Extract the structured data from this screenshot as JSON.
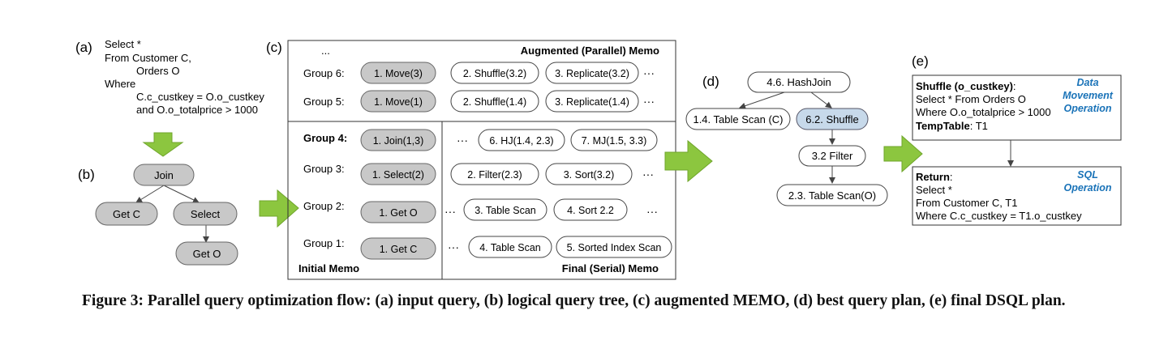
{
  "panel_a": {
    "label": "(a)",
    "query_lines": [
      "Select *",
      "From Customer C,",
      "Orders O",
      "Where",
      "C.c_custkey = O.o_custkey",
      "and O.o_totalprice > 1000"
    ]
  },
  "panel_b": {
    "label": "(b)",
    "nodes": {
      "join": "Join",
      "get_c": "Get C",
      "select": "Select",
      "get_o": "Get O"
    }
  },
  "panel_c": {
    "label": "(c)",
    "ellipsis": "...",
    "augmented_title": "Augmented (Parallel) Memo",
    "initial_title": "Initial Memo",
    "final_title": "Final (Serial) Memo",
    "dots": "···",
    "groups": {
      "g6": {
        "label": "Group 6:",
        "initial": "1. Move(3)",
        "exprs": [
          "2. Shuffle(3.2)",
          "3. Replicate(3.2)"
        ]
      },
      "g5": {
        "label": "Group 5:",
        "initial": "1. Move(1)",
        "exprs": [
          "2. Shuffle(1.4)",
          "3. Replicate(1.4)"
        ]
      },
      "g4": {
        "label": "Group 4:",
        "initial": "1. Join(1,3)",
        "exprs": [
          "6. HJ(1.4, 2.3)",
          "7. MJ(1.5, 3.3)"
        ]
      },
      "g3": {
        "label": "Group 3:",
        "initial": "1. Select(2)",
        "exprs": [
          "2. Filter(2.3)",
          "3. Sort(3.2)"
        ]
      },
      "g2": {
        "label": "Group 2:",
        "initial": "1. Get O",
        "exprs": [
          "3. Table Scan",
          "4. Sort 2.2"
        ]
      },
      "g1": {
        "label": "Group 1:",
        "initial": "1. Get C",
        "exprs": [
          "4. Table Scan",
          "5. Sorted Index Scan"
        ]
      }
    }
  },
  "panel_d": {
    "label": "(d)",
    "nodes": {
      "hashjoin": "4.6. HashJoin",
      "scan_c": "1.4. Table Scan (C)",
      "shuffle": "6.2. Shuffle",
      "filter": "3.2 Filter",
      "scan_o": "2.3. Table Scan(O)"
    }
  },
  "panel_e": {
    "label": "(e)",
    "top_box": {
      "shuffle_bold": "Shuffle (o_custkey)",
      "shuffle_rest": ":",
      "line2": "Select * From Orders O",
      "line3": "Where O.o_totalprice > 1000",
      "temp_bold": "TempTable",
      "temp_rest": ": T1",
      "tag_lines": [
        "Data",
        "Movement",
        "Operation"
      ]
    },
    "bottom_box": {
      "return_bold": "Return",
      "return_rest": ":",
      "line2": "Select *",
      "line3": "From Customer C, T1",
      "line4": "Where C.c_custkey = T1.o_custkey",
      "tag_lines": [
        "SQL",
        "Operation"
      ]
    }
  },
  "caption": "Figure 3: Parallel query optimization flow: (a) input query, (b) logical query tree, (c) augmented MEMO, (d) best query plan, (e) final DSQL plan.",
  "colors": {
    "gray_node": "#c8c8c8",
    "highlight_node": "#c7d9ea",
    "arrow_green": "#8cc63f",
    "op_tag_blue": "#1a73b8"
  }
}
